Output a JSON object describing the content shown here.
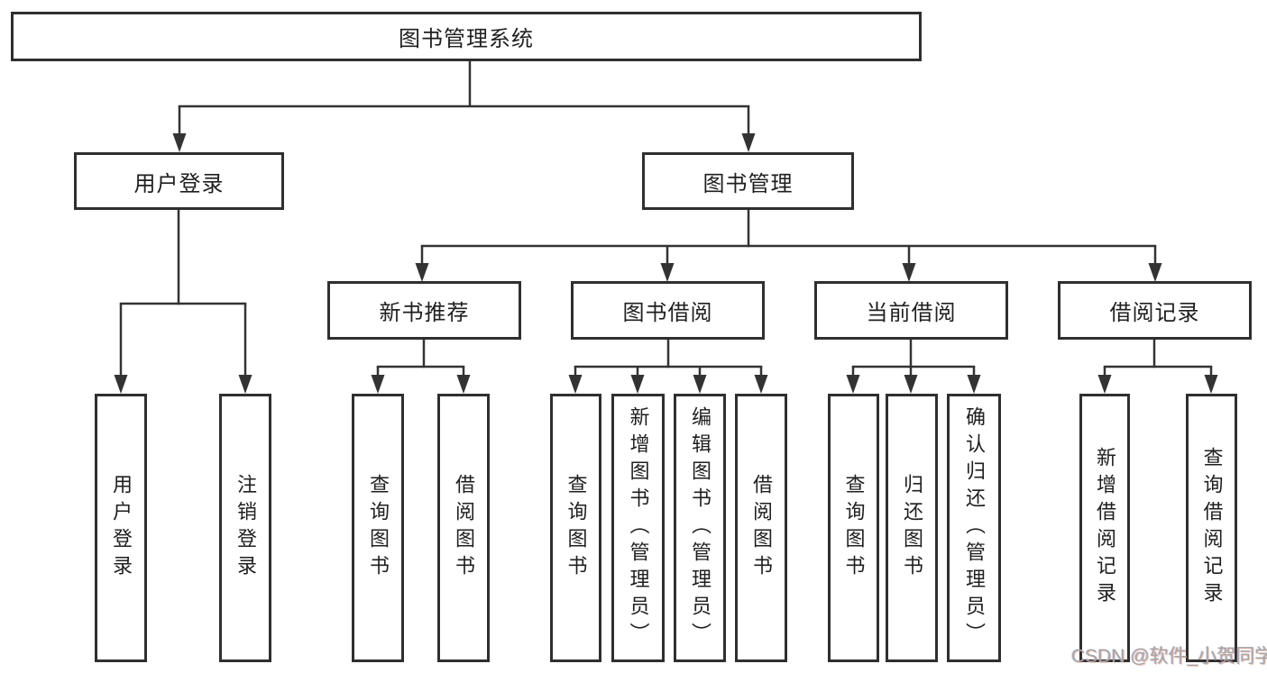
{
  "diagram_type": "functional-structure-tree",
  "tree": {
    "label": "图书管理系统",
    "children": [
      {
        "label": "用户登录",
        "children": [
          {
            "label": "用户登录"
          },
          {
            "label": "注销登录"
          }
        ]
      },
      {
        "label": "图书管理",
        "children": [
          {
            "label": "新书推荐",
            "children": [
              {
                "label": "查询图书"
              },
              {
                "label": "借阅图书"
              }
            ]
          },
          {
            "label": "图书借阅",
            "children": [
              {
                "label": "查询图书"
              },
              {
                "label": "新增图书（管理员）"
              },
              {
                "label": "编辑图书（管理员）"
              },
              {
                "label": "借阅图书"
              }
            ]
          },
          {
            "label": "当前借阅",
            "children": [
              {
                "label": "查询图书"
              },
              {
                "label": "归还图书"
              },
              {
                "label": "确认归还（管理员）"
              }
            ]
          },
          {
            "label": "借阅记录",
            "children": [
              {
                "label": "新增借阅记录"
              },
              {
                "label": "查询借阅记录"
              }
            ]
          }
        ]
      }
    ]
  },
  "watermark": {
    "text": "CSDN @软件_小贺同学"
  },
  "colors": {
    "background": "#ffffff",
    "line": "#333333",
    "box_border": "#2f2f2f",
    "text": "#1f1f1f",
    "watermark": "#a6a6a6"
  }
}
